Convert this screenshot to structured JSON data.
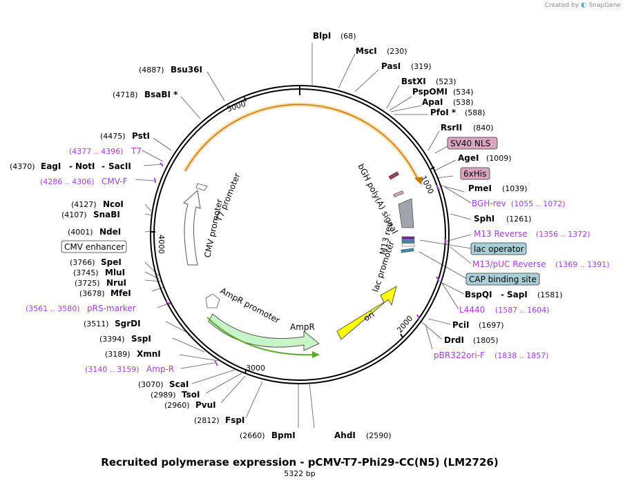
{
  "credit": {
    "text": "Created by",
    "brand": "SnapGene"
  },
  "title": "Recruited polymerase expression - pCMV-T7-Phi29-CC(N5) (LM2726)",
  "subtitle": "5322 bp",
  "ticks": [
    "1000",
    "2000",
    "3000",
    "4000",
    "5000"
  ],
  "enzymes": [
    {
      "name": "BlpI",
      "pos": "(68)"
    },
    {
      "name": "MscI",
      "pos": "(230)"
    },
    {
      "name": "PasI",
      "pos": "(319)"
    },
    {
      "name": "BstXI",
      "pos": "(523)"
    },
    {
      "name": "PspOMI",
      "pos": "(534)"
    },
    {
      "name": "ApaI",
      "pos": "(538)"
    },
    {
      "name": "PfoI *",
      "pos": "(588)"
    },
    {
      "name": "RsrII",
      "pos": "(840)"
    },
    {
      "name": "AgeI",
      "pos": "(1009)"
    },
    {
      "name": "PmeI",
      "pos": "(1039)"
    },
    {
      "name": "SphI",
      "pos": "(1261)"
    },
    {
      "name": "BspQI",
      "sep": "-",
      "name2": "SapI",
      "pos": "(1581)"
    },
    {
      "name": "PciI",
      "pos": "(1697)"
    },
    {
      "name": "DrdI",
      "pos": "(1805)"
    },
    {
      "name": "AhdI",
      "pos": "(2590)"
    },
    {
      "name": "BpmI",
      "pos": "(2660)"
    },
    {
      "name": "FspI",
      "pos": "(2812)"
    },
    {
      "name": "PvuI",
      "pos": "(2960)"
    },
    {
      "name": "TsoI",
      "pos": "(2989)"
    },
    {
      "name": "ScaI",
      "pos": "(3070)"
    },
    {
      "name": "XmnI",
      "pos": "(3189)"
    },
    {
      "name": "SspI",
      "pos": "(3394)"
    },
    {
      "name": "SgrDI",
      "pos": "(3511)"
    },
    {
      "name": "MfeI",
      "pos": "(3678)"
    },
    {
      "name": "NruI",
      "pos": "(3725)"
    },
    {
      "name": "MluI",
      "pos": "(3745)"
    },
    {
      "name": "SpeI",
      "pos": "(3766)"
    },
    {
      "name": "NdeI",
      "pos": "(4001)"
    },
    {
      "name": "SnaBI",
      "pos": "(4107)"
    },
    {
      "name": "NcoI",
      "pos": "(4127)"
    },
    {
      "name": "EagI",
      "sep": "-",
      "name2": "NotI",
      "sep2": "-",
      "name3": "SacII",
      "pos": "(4370)"
    },
    {
      "name": "PstI",
      "pos": "(4475)"
    },
    {
      "name": "BsaBI *",
      "pos": "(4718)"
    },
    {
      "name": "Bsu36I",
      "pos": "(4887)"
    }
  ],
  "primers": [
    {
      "name": "BGH-rev",
      "pos": "(1055 .. 1072)"
    },
    {
      "name": "M13 Reverse",
      "pos": "(1356 .. 1372)"
    },
    {
      "name": "M13/pUC Reverse",
      "pos": "(1369 .. 1391)"
    },
    {
      "name": "L4440",
      "pos": "(1587 .. 1604)"
    },
    {
      "name": "pBR322ori-F",
      "pos": "(1838 .. 1857)"
    },
    {
      "name": "Amp-R",
      "pos": "(3140 .. 3159)"
    },
    {
      "name": "pRS-marker",
      "pos": "(3561 .. 3580)"
    },
    {
      "name": "CMV-F",
      "pos": "(4286 .. 4306)"
    },
    {
      "name": "T7",
      "pos": "(4377 .. 4396)"
    }
  ],
  "boxed_features": [
    {
      "name": "SV40 NLS",
      "color": "#d9a6bf"
    },
    {
      "name": "6xHis",
      "color": "#d9a6bf"
    },
    {
      "name": "lac operator",
      "color": "#a9cfd8"
    },
    {
      "name": "CAP binding site",
      "color": "#a9cfd8"
    },
    {
      "name": "CMV enhancer",
      "color": "#ffffff"
    }
  ],
  "inner_features": {
    "bgh": "bGH poly(A) signal",
    "m13rev": "M13 rev",
    "lacpro": "lac promoter",
    "ori": "ori",
    "ampr": "AmpR",
    "amprpro": "AmpR promoter",
    "cmvpro": "CMV promoter",
    "t7pro": "T7 promoter"
  },
  "colors": {
    "backbone": "#000000",
    "orf": "#f5c26b",
    "ori": "#ffff00",
    "ampr": "#c8f5c8",
    "amprorf": "#5ea82f",
    "primer": "#a040d8",
    "terminator": "#a0a4ab"
  }
}
